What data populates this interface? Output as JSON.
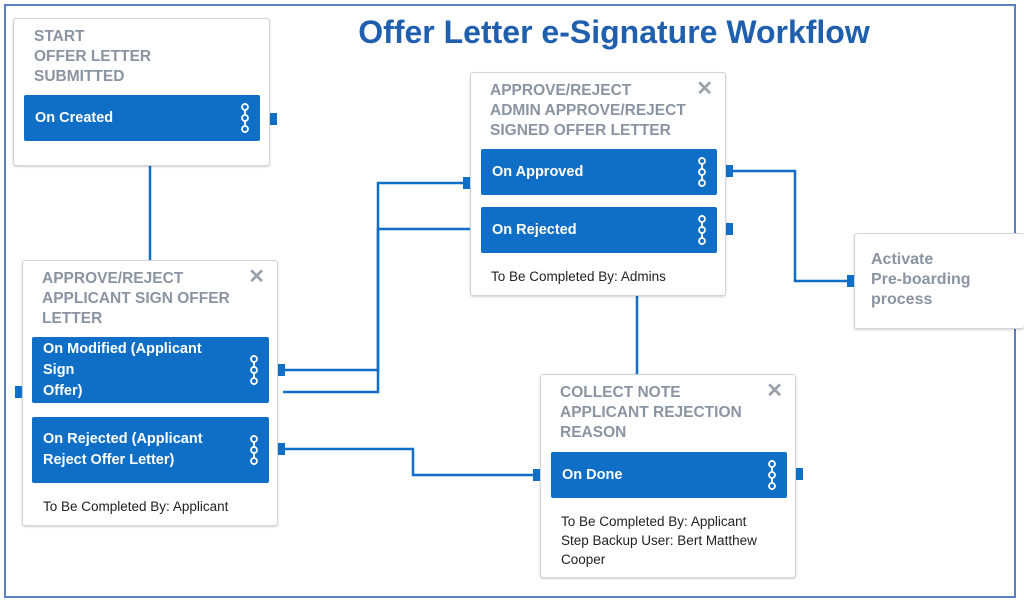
{
  "diagram": {
    "title": "Offer Letter e-Signature Workflow"
  },
  "nodes": {
    "start": {
      "title_lines": [
        "START",
        "OFFER LETTER",
        "SUBMITTED"
      ],
      "buttons": [
        {
          "label": "On Created"
        }
      ]
    },
    "applicant_sign": {
      "title_lines": [
        "APPROVE/REJECT",
        "APPLICANT SIGN OFFER",
        "LETTER"
      ],
      "buttons": [
        {
          "label_lines": [
            "On Modified (Applicant Sign",
            "Offer)"
          ]
        },
        {
          "label_lines": [
            "On Rejected (Applicant",
            "Reject Offer Letter)"
          ]
        }
      ],
      "completed_by": "To Be Completed By: Applicant"
    },
    "admin_approve": {
      "title_lines": [
        "APPROVE/REJECT",
        "ADMIN APPROVE/REJECT",
        "SIGNED OFFER LETTER"
      ],
      "buttons": [
        {
          "label": "On Approved"
        },
        {
          "label": "On Rejected"
        }
      ],
      "completed_by": "To Be Completed By: Admins"
    },
    "collect_note": {
      "title_lines": [
        "COLLECT NOTE",
        "APPLICANT REJECTION",
        "REASON"
      ],
      "buttons": [
        {
          "label": "On Done"
        }
      ],
      "completed_by": "To Be Completed By: Applicant",
      "backup_user_lines": [
        "Step Backup User: Bert Matthew",
        "Cooper"
      ]
    },
    "activate": {
      "title_lines": [
        "Activate",
        "Pre-boarding",
        "process"
      ]
    }
  },
  "icons": {
    "close": "close-icon",
    "handle": "drag-handle-icon"
  },
  "colors": {
    "button": "#0f6fc6",
    "connector": "#0f6fc6",
    "title": "#1f5fad",
    "node_heading": "#8a94a2",
    "frame": "#5b7fc0"
  }
}
